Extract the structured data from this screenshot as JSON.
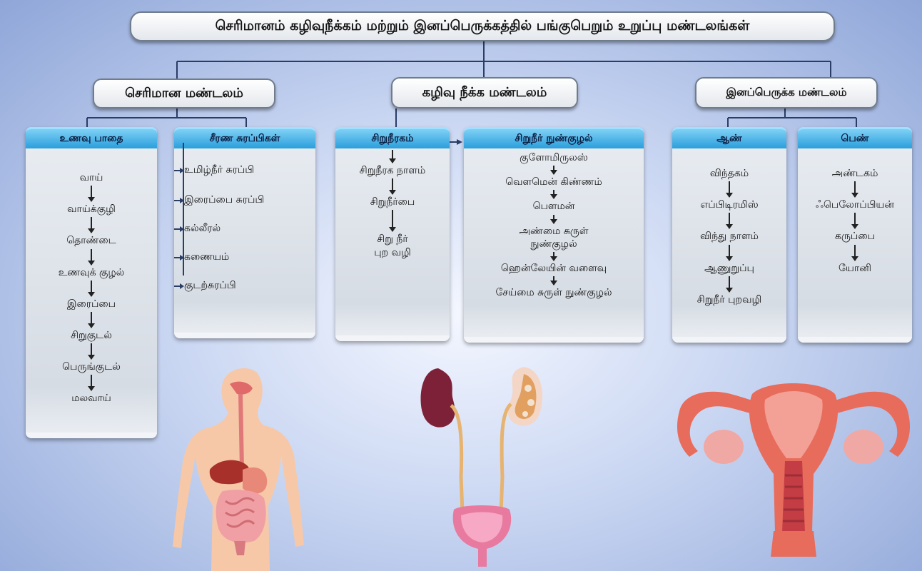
{
  "title": "செரிமானம் கழிவுநீக்கம் மற்றும் இனப்பெருக்கத்தில் பங்குபெறும் உறுப்பு மண்டலங்கள்",
  "systems": {
    "digestive": "செரிமான மண்டலம்",
    "excretory": "கழிவு நீக்க மண்டலம்",
    "reproductive": "இனப்பெருக்க மண்டலம்"
  },
  "panels": {
    "alimentary": {
      "header": "உணவு பாதை",
      "items": [
        "வாய்",
        "வாய்க்குழி",
        "தொண்டை",
        "உணவுக் குழல்",
        "இரைப்பை",
        "சிறுகுடல்",
        "பெருங்குடல்",
        "மலவாய்"
      ]
    },
    "glands": {
      "header": "சீரண சுரப்பிகள்",
      "items": [
        "உமிழ்நீர் சுரப்பி",
        "இரைப்பை சுரப்பி",
        "கல்லீரல்",
        "கணையம்",
        "குடற்சுரப்பி"
      ]
    },
    "kidney": {
      "header": "சிறுநீரகம்",
      "items": [
        "சிறுநீரக நாளம்",
        "சிறுநீர்பை",
        "சிறு நீர்\nபுற வழி"
      ]
    },
    "nephron": {
      "header": "சிறுநீர் நுண்குழல்",
      "items": [
        "குளோமிருலஸ்",
        "வௌமென் கிண்ணம்",
        "பௌமன்",
        "அண்மை சுருள்\nநுண்குழல்",
        "ஹென்லேயின் வளைவு",
        "சேய்மை சுருள் நுண்குழல்"
      ]
    },
    "male": {
      "header": "ஆண்",
      "items": [
        "விந்தகம்",
        "எப்பிடிரமிஸ்",
        "விந்து நாளம்",
        "ஆணுறுப்பு",
        "சிறுநீர் புறவழி"
      ]
    },
    "female": {
      "header": "பெண்",
      "items": [
        "அண்டகம்",
        "ஃபெலோப்பியன்",
        "கருப்பை",
        "யோனி"
      ]
    }
  },
  "colors": {
    "header_blue": "#2a9fdc",
    "connector": "#2a3d66",
    "background_edge": "#8fa6d8"
  }
}
